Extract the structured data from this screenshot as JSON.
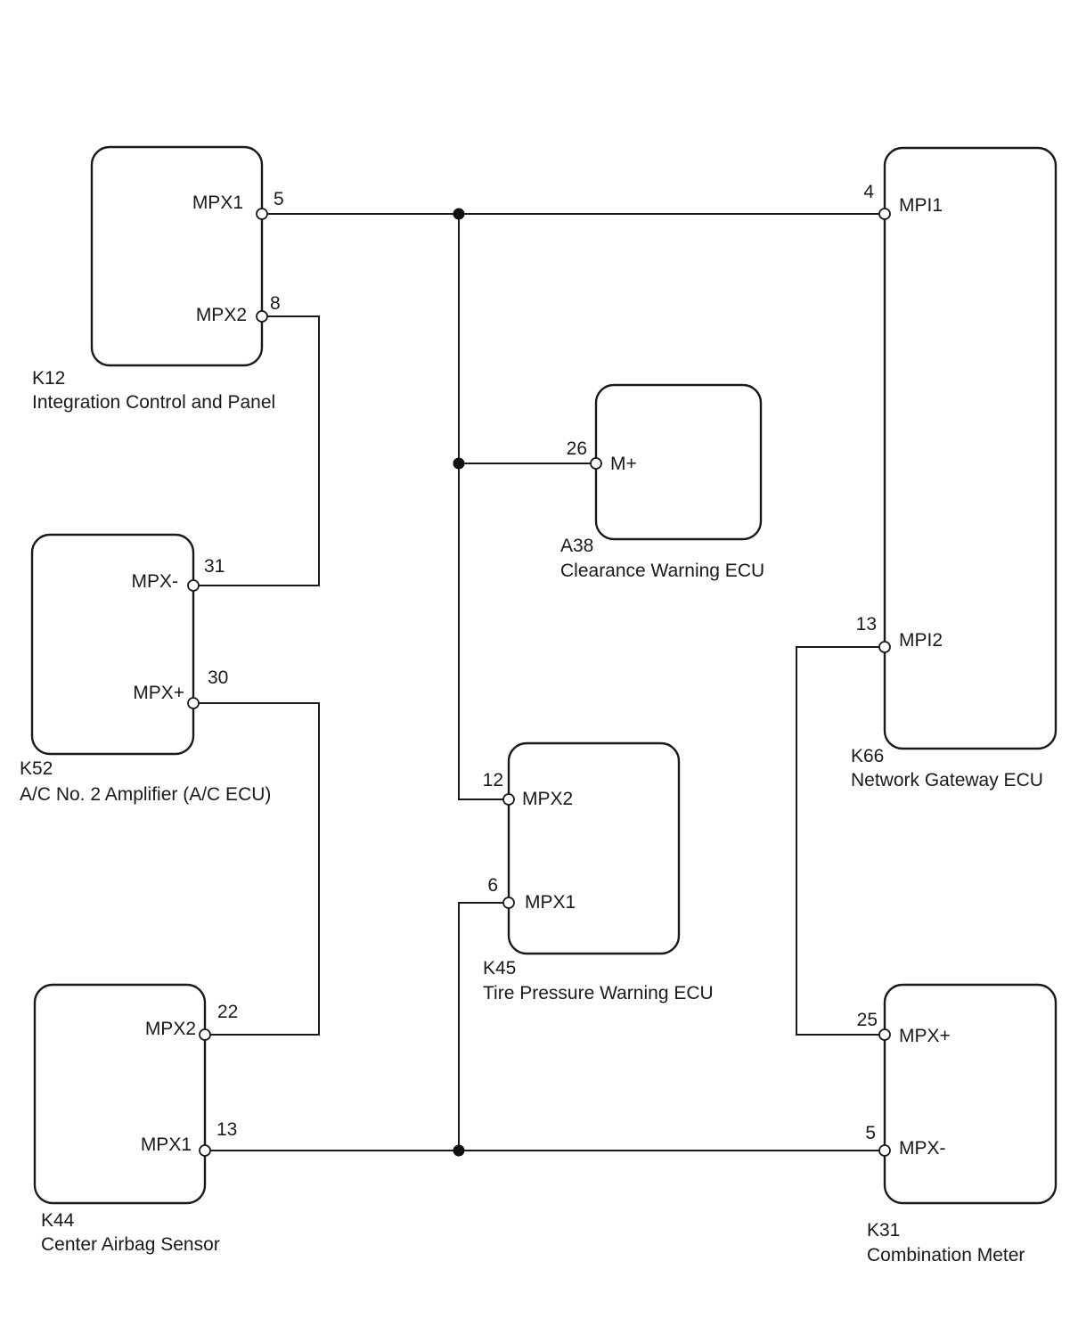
{
  "components": {
    "k12": {
      "id": "K12",
      "name": "Integration Control and Panel",
      "pins": {
        "mpx1": {
          "label": "MPX1",
          "num": "5"
        },
        "mpx2": {
          "label": "MPX2",
          "num": "8"
        }
      }
    },
    "k66": {
      "id": "K66",
      "name": "Network Gateway ECU",
      "pins": {
        "mpi1": {
          "label": "MPI1",
          "num": "4"
        },
        "mpi2": {
          "label": "MPI2",
          "num": "13"
        }
      }
    },
    "a38": {
      "id": "A38",
      "name": "Clearance Warning ECU",
      "pins": {
        "mplus": {
          "label": "M+",
          "num": "26"
        }
      }
    },
    "k52": {
      "id": "K52",
      "name": "A/C No. 2 Amplifier (A/C ECU)",
      "pins": {
        "mpxminus": {
          "label": "MPX-",
          "num": "31"
        },
        "mpxplus": {
          "label": "MPX+",
          "num": "30"
        }
      }
    },
    "k45": {
      "id": "K45",
      "name": "Tire Pressure Warning ECU",
      "pins": {
        "mpx2": {
          "label": "MPX2",
          "num": "12"
        },
        "mpx1": {
          "label": "MPX1",
          "num": "6"
        }
      }
    },
    "k44": {
      "id": "K44",
      "name": "Center Airbag Sensor",
      "pins": {
        "mpx2": {
          "label": "MPX2",
          "num": "22"
        },
        "mpx1": {
          "label": "MPX1",
          "num": "13"
        }
      }
    },
    "k31": {
      "id": "K31",
      "name": "Combination Meter",
      "pins": {
        "mpxplus": {
          "label": "MPX+",
          "num": "25"
        },
        "mpxminus": {
          "label": "MPX-",
          "num": "5"
        }
      }
    }
  }
}
